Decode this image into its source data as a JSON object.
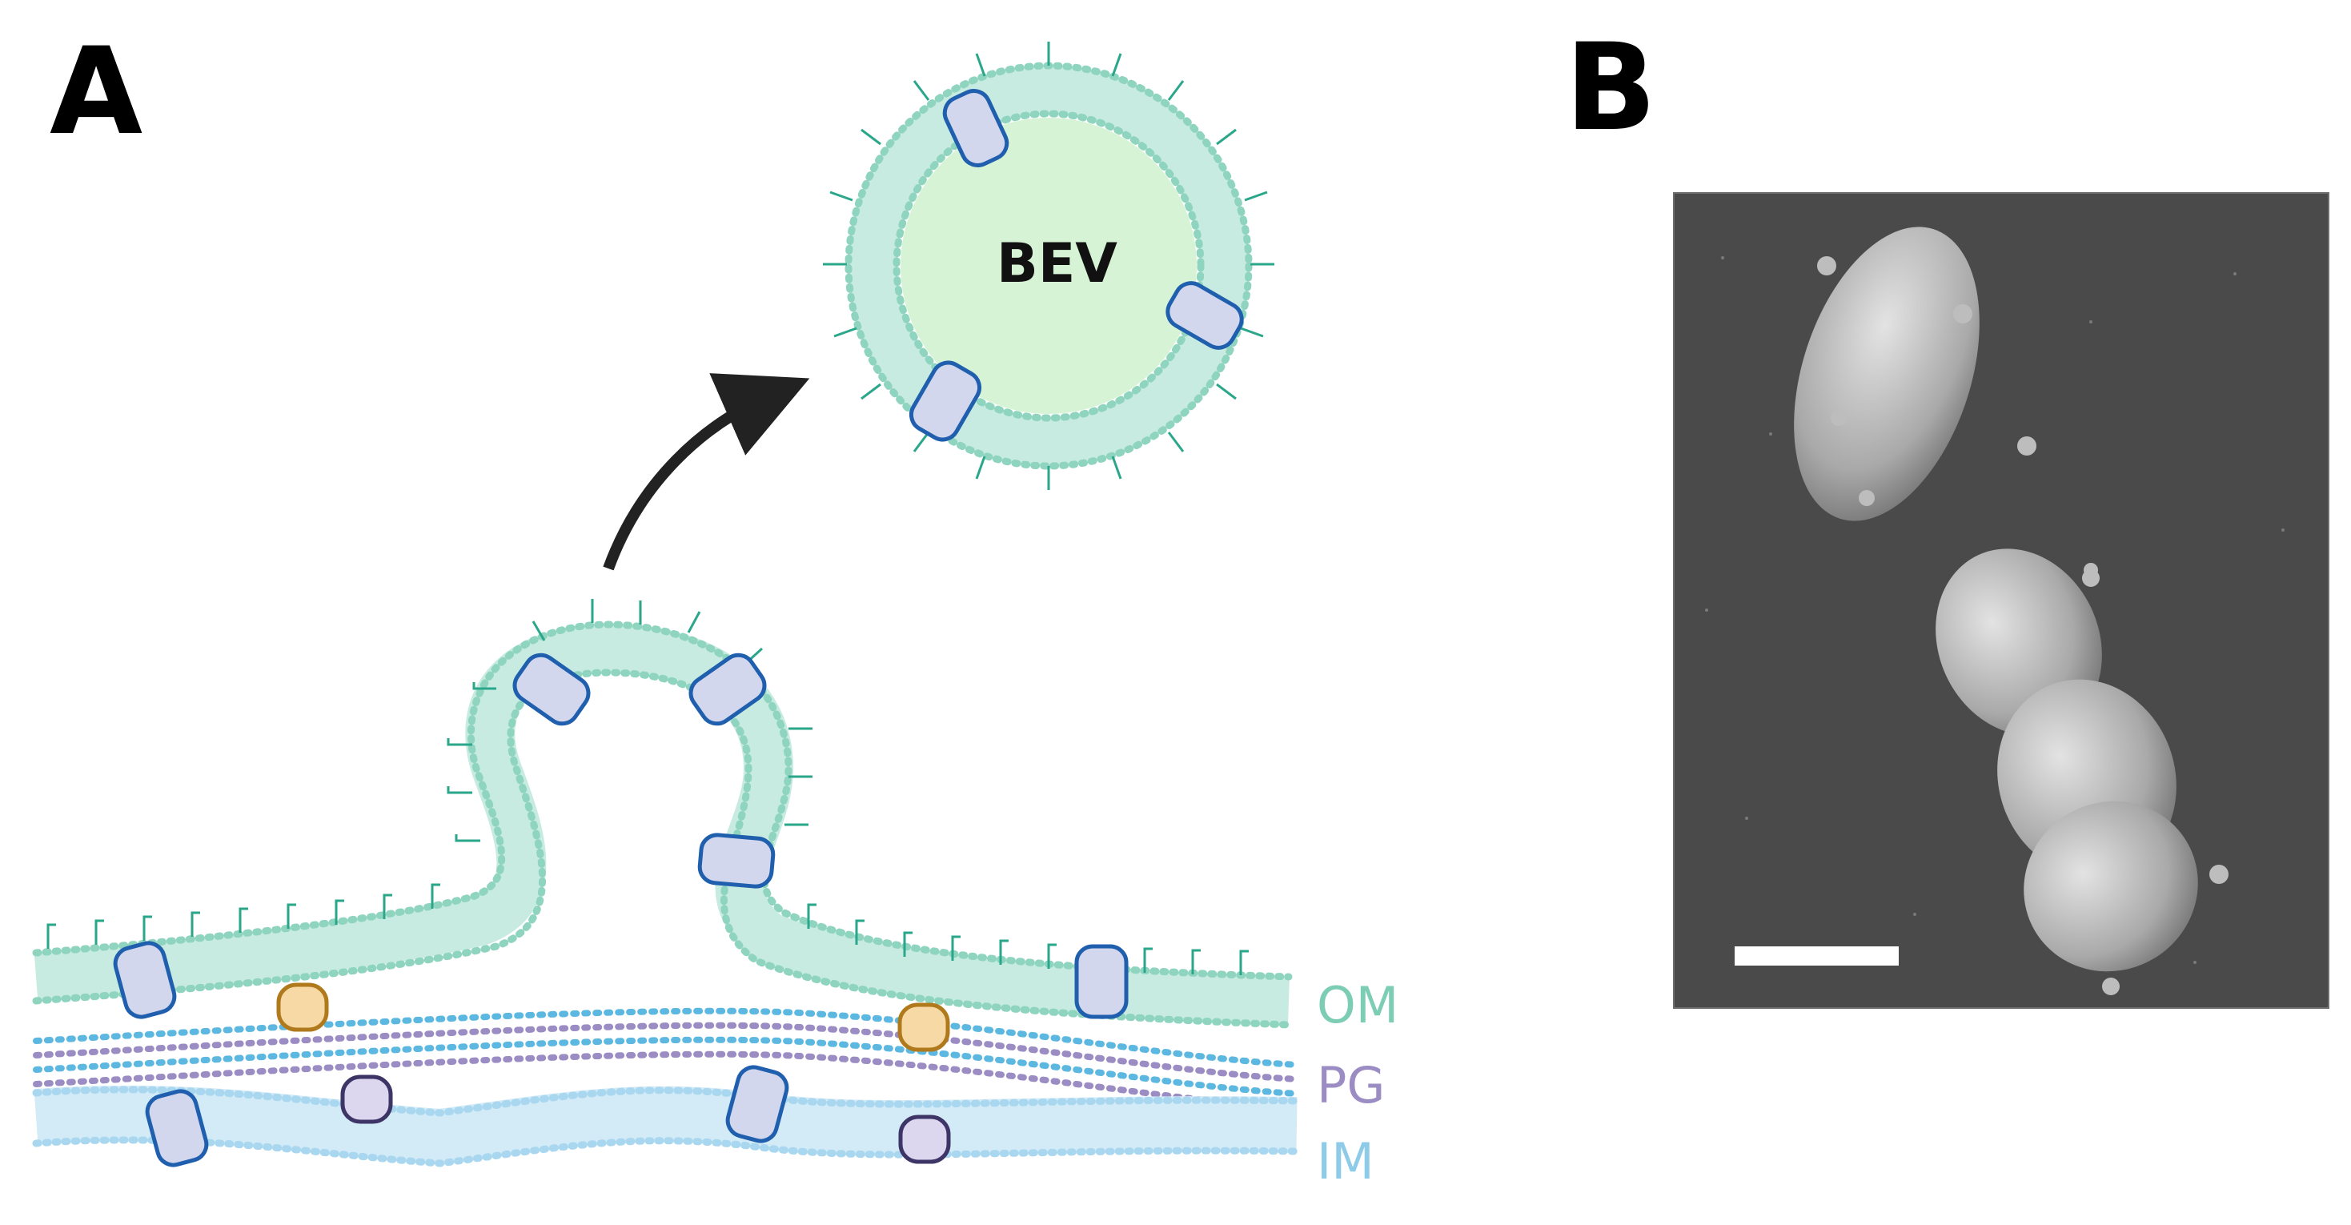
{
  "panels": {
    "a": {
      "letter": "A"
    },
    "b": {
      "letter": "B"
    }
  },
  "vesicle": {
    "label": "BEV"
  },
  "layers": [
    {
      "label": "OM",
      "color": "#7ccdb4"
    },
    {
      "label": "PG",
      "color": "#9b8cc4"
    },
    {
      "label": "IM",
      "color": "#8ecbe8"
    }
  ],
  "colors": {
    "outer_membrane": "#8fd4bf",
    "lps": "#2aa78a",
    "peptidoglycan_purple": "#9b8cc4",
    "peptidoglycan_blue": "#5cb8e0",
    "inner_membrane": "#a9d7ef",
    "protein_fill": "#d2d7ee",
    "protein_stroke": "#1f5fae",
    "orange_protein_fill": "#f6d9a4",
    "orange_protein_stroke": "#b07a1c",
    "purple_protein_fill": "#dcd6ef",
    "purple_protein_stroke": "#3e3567",
    "lumen": "#d7f3d6",
    "arrow": "#222222",
    "sem_background": "#4a4a4a"
  },
  "icons": {
    "arrow": "curved-arrow",
    "scale_bar": "scale-bar"
  }
}
